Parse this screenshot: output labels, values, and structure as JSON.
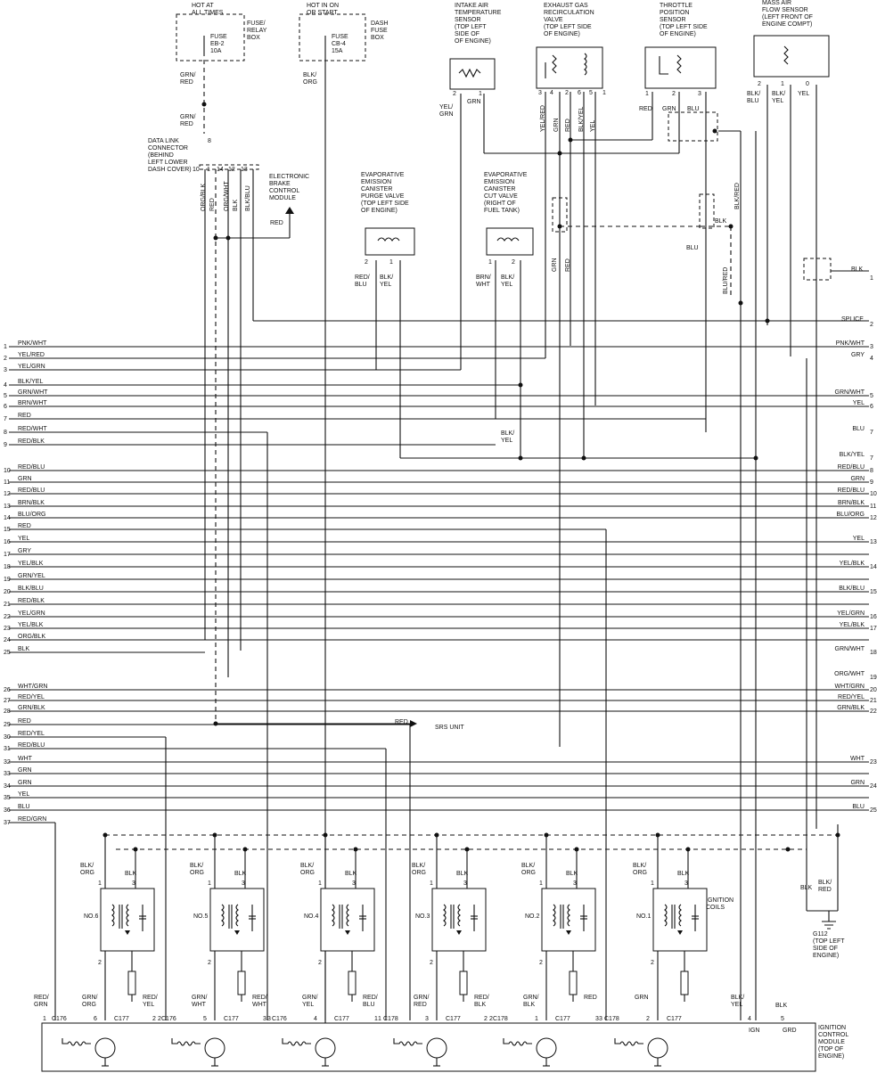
{
  "components": {
    "fuse_eb2": {
      "header": [
        "HOT AT",
        "ALL TIMES"
      ],
      "fuse": [
        "FUSE",
        "EB-2",
        "10A"
      ],
      "box": [
        "FUSE/",
        "RELAY",
        "BOX"
      ],
      "wire1": [
        "GRN/",
        "RED"
      ],
      "wire2": [
        "GRN/",
        "RED"
      ],
      "pin": "8"
    },
    "fuse_cb4": {
      "header": [
        "HOT IN ON",
        "OR START"
      ],
      "fuse": [
        "FUSE",
        "CB-4",
        "15A"
      ],
      "box": [
        "DASH",
        "FUSE",
        "BOX"
      ],
      "wire": [
        "BLK/",
        "ORG"
      ]
    },
    "data_link": {
      "label": [
        "DATA LINK",
        "CONNECTOR",
        "(BEHIND",
        "LEFT LOWER",
        "DASH COVER)"
      ],
      "pins": [
        "10",
        "1",
        "14",
        "12",
        "13"
      ],
      "wires": [
        "ORG/BLK",
        "RED",
        "ORG/WHT",
        "BLK",
        "BLK/BLU"
      ]
    },
    "ebcm": {
      "label": [
        "ELECTRONIC",
        "BRAKE",
        "CONTROL",
        "MODULE"
      ],
      "wire": "RED"
    },
    "iat": {
      "label": [
        "INTAKE AIR",
        "TEMPERATURE",
        "SENSOR",
        "(TOP LEFT",
        "SIDE OF",
        "OF ENGINE)"
      ],
      "pins": [
        "2",
        "1"
      ],
      "wire_left": [
        "YEL/",
        "GRN"
      ],
      "wire_right": "GRN"
    },
    "egr": {
      "label": [
        "EXHAUST GAS",
        "RECIRCULATION",
        "VALVE",
        "(TOP LEFT SIDE",
        "OF ENGINE)"
      ],
      "pins": [
        "3",
        "4",
        "2",
        "6",
        "5",
        "1"
      ],
      "wires": [
        "YEL/RED",
        "GRN",
        "RED",
        "BLK/YEL",
        "YEL"
      ]
    },
    "tps": {
      "label": [
        "THROTTLE",
        "POSITION",
        "SENSOR",
        "(TOP LEFT SIDE",
        "OF ENGINE)"
      ],
      "pins": [
        "1",
        "2",
        "3"
      ],
      "wires": [
        "RED",
        "GRN",
        "BLU"
      ]
    },
    "maf": {
      "label": [
        "MASS AIR",
        "FLOW SENSOR",
        "(LEFT FRONT OF",
        "ENGINE COMPT)"
      ],
      "pins": [
        "2",
        "1",
        "0"
      ],
      "wires": [
        [
          "BLK/",
          "BLU"
        ],
        [
          "BLK/",
          "YEL"
        ],
        [
          "YEL"
        ]
      ]
    },
    "purge": {
      "label": [
        "EVAPORATIVE",
        "EMISSION",
        "CANISTER",
        "PURGE VALVE",
        "(TOP LEFT SIDE",
        "OF ENGINE)"
      ],
      "pins": [
        "2",
        "1"
      ],
      "wires": [
        [
          "RED/",
          "BLU"
        ],
        [
          "BLK/",
          "YEL"
        ]
      ]
    },
    "cut": {
      "label": [
        "EVAPORATIVE",
        "EMISSION",
        "CANISTER",
        "CUT VALVE",
        "(RIGHT OF",
        "FUEL TANK)"
      ],
      "pins": [
        "1",
        "2"
      ],
      "wires": [
        [
          "BRN/",
          "WHT"
        ],
        [
          "BLK/",
          "YEL"
        ]
      ]
    },
    "mid": {
      "grn": "GRN",
      "red": "RED",
      "blkred": "BLK/RED",
      "blk": "BLK",
      "blu": "BLU",
      "blured": "BLU/RED",
      "blk_right": "BLK",
      "right_pin": "1",
      "splice": "SPLICE",
      "splice_pin": "2",
      "blkyel": [
        "BLK/",
        "YEL"
      ]
    },
    "srs": {
      "wire": "RED",
      "label": "SRS UNIT"
    },
    "ground": {
      "label": [
        "G112",
        "(TOP LEFT",
        "SIDE OF",
        "ENGINE)"
      ],
      "wire_left": "BLK",
      "wire_right": [
        "BLK/",
        "RED"
      ]
    },
    "icm": {
      "label": [
        "IGNITION",
        "CONTROL",
        "MODULE",
        "(TOP OF",
        "ENGINE)"
      ],
      "ign": "IGN",
      "grd": "GRD",
      "ign_pin": "4",
      "grd_pin": "5",
      "blk": "BLK",
      "blkyel": [
        "BLK/",
        "YEL"
      ],
      "ign_wire": [
        "BLK/",
        "YEL"
      ],
      "grd_wire": "BLK"
    },
    "coils_caption": [
      "IGNITION",
      "COILS"
    ]
  },
  "left_rows": [
    {
      "n": "1",
      "w": "PNK/WHT"
    },
    {
      "n": "2",
      "w": "YEL/RED"
    },
    {
      "n": "3",
      "w": "YEL/GRN"
    },
    {
      "n": "4",
      "w": "BLK/YEL"
    },
    {
      "n": "5",
      "w": "GRN/WHT"
    },
    {
      "n": "6",
      "w": "BRN/WHT"
    },
    {
      "n": "7",
      "w": "RED"
    },
    {
      "n": "8",
      "w": "RED/WHT"
    },
    {
      "n": "9",
      "w": "RED/BLK"
    },
    {
      "n": "10",
      "w": "RED/BLU"
    },
    {
      "n": "11",
      "w": "GRN"
    },
    {
      "n": "12",
      "w": "RED/BLU"
    },
    {
      "n": "13",
      "w": "BRN/BLK"
    },
    {
      "n": "14",
      "w": "BLU/ORG"
    },
    {
      "n": "15",
      "w": "RED"
    },
    {
      "n": "16",
      "w": "YEL"
    },
    {
      "n": "17",
      "w": "GRY"
    },
    {
      "n": "18",
      "w": "YEL/BLK"
    },
    {
      "n": "19",
      "w": "GRN/YEL"
    },
    {
      "n": "20",
      "w": "BLK/BLU"
    },
    {
      "n": "21",
      "w": "RED/BLK"
    },
    {
      "n": "22",
      "w": "YEL/GRN"
    },
    {
      "n": "23",
      "w": "YEL/BLK"
    },
    {
      "n": "24",
      "w": "ORG/BLK"
    },
    {
      "n": "25",
      "w": "BLK"
    },
    {
      "n": "26",
      "w": "WHT/GRN"
    },
    {
      "n": "27",
      "w": "RED/YEL"
    },
    {
      "n": "28",
      "w": "GRN/BLK"
    },
    {
      "n": "29",
      "w": "RED"
    },
    {
      "n": "30",
      "w": "RED/YEL"
    },
    {
      "n": "31",
      "w": "RED/BLU"
    },
    {
      "n": "32",
      "w": "WHT"
    },
    {
      "n": "33",
      "w": "GRN"
    },
    {
      "n": "34",
      "w": "GRN"
    },
    {
      "n": "35",
      "w": "YEL"
    },
    {
      "n": "36",
      "w": "BLU"
    },
    {
      "n": "37",
      "w": "RED/GRN"
    }
  ],
  "right_rows": [
    {
      "n": "3",
      "w": "PNK/WHT"
    },
    {
      "n": "4",
      "w": "GRY"
    },
    {
      "n": "5",
      "w": "GRN/WHT"
    },
    {
      "n": "6",
      "w": "YEL"
    },
    {
      "n": "7",
      "w": "BLU"
    },
    {
      "n": "7",
      "w": "BLK/YEL"
    },
    {
      "n": "8",
      "w": "RED/BLU"
    },
    {
      "n": "9",
      "w": "GRN"
    },
    {
      "n": "10",
      "w": "RED/BLU"
    },
    {
      "n": "11",
      "w": "BRN/BLK"
    },
    {
      "n": "12",
      "w": "BLU/ORG"
    },
    {
      "n": "13",
      "w": "YEL"
    },
    {
      "n": "14",
      "w": "YEL/BLK"
    },
    {
      "n": "15",
      "w": "BLK/BLU"
    },
    {
      "n": "16",
      "w": "YEL/GRN"
    },
    {
      "n": "17",
      "w": "YEL/BLK"
    },
    {
      "n": "18",
      "w": "GRN/WHT"
    },
    {
      "n": "19",
      "w": "ORG/WHT"
    },
    {
      "n": "20",
      "w": "WHT/GRN"
    },
    {
      "n": "21",
      "w": "RED/YEL"
    },
    {
      "n": "22",
      "w": "GRN/BLK"
    },
    {
      "n": "23",
      "w": "WHT"
    },
    {
      "n": "24",
      "w": "GRN"
    },
    {
      "n": "25",
      "w": "BLU"
    }
  ],
  "coils": [
    {
      "name": "NO.6",
      "top_wire": [
        "BLK/",
        "ORG"
      ],
      "blk": "BLK",
      "pins": [
        "1",
        "3",
        "2"
      ],
      "bottom_left": [
        "GRN/",
        "ORG"
      ],
      "bottom_right": [
        "RED/",
        "YEL"
      ],
      "icm_left": [
        "RED/",
        "GRN"
      ],
      "c_pins": [
        "1",
        "6",
        "2"
      ],
      "c1": "C176",
      "c2": "C177"
    },
    {
      "name": "NO.5",
      "top_wire": [
        "BLK/",
        "ORG"
      ],
      "blk": "BLK",
      "pins": [
        "1",
        "3",
        "2"
      ],
      "bottom_left": [
        "GRN/",
        "WHT"
      ],
      "bottom_right": [
        "RED/",
        "WHT"
      ],
      "icm_left": [],
      "c_pins": [
        "2",
        "5",
        "3"
      ],
      "c1": "C176",
      "c2": "C177"
    },
    {
      "name": "NO.4",
      "top_wire": [
        "BLK/",
        "ORG"
      ],
      "blk": "BLK",
      "pins": [
        "1",
        "3",
        "2"
      ],
      "bottom_left": [
        "GRN/",
        "YEL"
      ],
      "bottom_right": [
        "RED/",
        "BLU"
      ],
      "icm_left": [],
      "c_pins": [
        "3",
        "4",
        "1"
      ],
      "c1": "C176",
      "c2": "C177"
    },
    {
      "name": "NO.3",
      "top_wire": [
        "BLK/",
        "ORG"
      ],
      "blk": "BLK",
      "pins": [
        "1",
        "3",
        "2"
      ],
      "bottom_left": [
        "GRN/",
        "RED"
      ],
      "bottom_right": [
        "RED/",
        "BLK"
      ],
      "icm_left": [],
      "c_pins": [
        "1",
        "3",
        "2"
      ],
      "c1": "C178",
      "c2": "C177"
    },
    {
      "name": "NO.2",
      "top_wire": [
        "BLK/",
        "ORG"
      ],
      "blk": "BLK",
      "pins": [
        "1",
        "3",
        "2"
      ],
      "bottom_left": [
        "GRN/",
        "BLK"
      ],
      "bottom_right": [
        "RED"
      ],
      "icm_left": [],
      "c_pins": [
        "2",
        "1",
        "3"
      ],
      "c1": "C178",
      "c2": "C177"
    },
    {
      "name": "NO.1",
      "top_wire": [
        "BLK/",
        "ORG"
      ],
      "blk": "BLK",
      "pins": [
        "1",
        "3",
        "2"
      ],
      "bottom_left": [
        "GRN"
      ],
      "bottom_right": [],
      "icm_left": [],
      "c_pins": [
        "3",
        "2"
      ],
      "c1": "C178",
      "c2": "C177"
    }
  ]
}
